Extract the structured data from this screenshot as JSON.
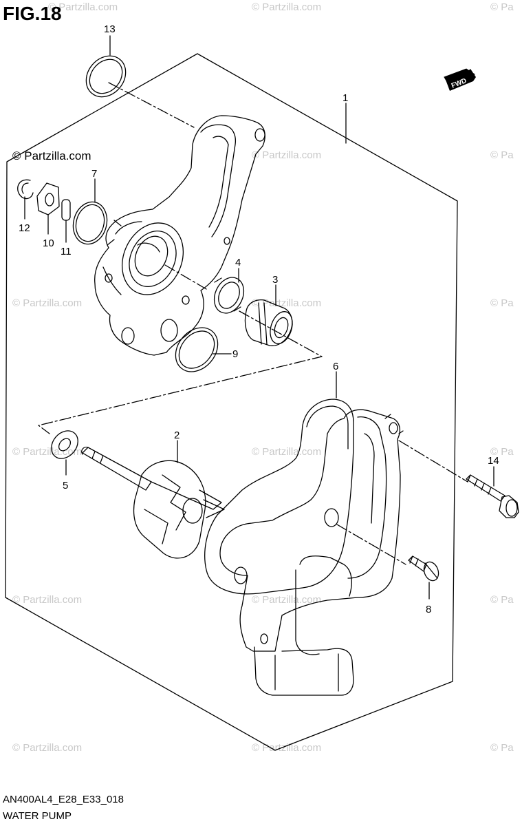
{
  "figure": {
    "title": "FIG.18",
    "model_code": "AN400AL4_E28_E33_018",
    "section_name": "WATER PUMP"
  },
  "watermark": {
    "text": "© Partzilla.com",
    "text_short": "© Pa"
  },
  "direction_badge": {
    "label": "FWD"
  },
  "callouts": {
    "c1": "1",
    "c2": "2",
    "c3": "3",
    "c4": "4",
    "c5": "5",
    "c6": "6",
    "c7": "7",
    "c8": "8",
    "c9": "9",
    "c10": "10",
    "c11": "11",
    "c12": "12",
    "c13": "13",
    "c14": "14"
  },
  "colors": {
    "line": "#000000",
    "watermark": "#c8c8c8",
    "background": "#ffffff"
  }
}
